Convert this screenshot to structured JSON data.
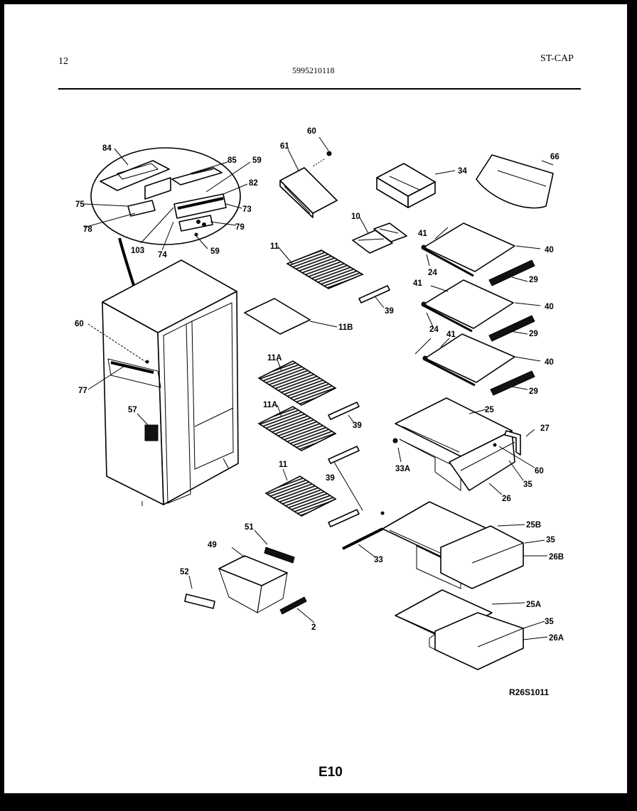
{
  "header": {
    "page_number": "12",
    "part_number": "5995210118",
    "code": "ST-CAP"
  },
  "labels": {
    "l84": "84",
    "l85": "85",
    "l59a": "59",
    "l82": "82",
    "l75": "75",
    "l73": "73",
    "l78": "78",
    "l79": "79",
    "l103": "103",
    "l74": "74",
    "l59b": "59",
    "l60a": "60",
    "l61": "61",
    "l34": "34",
    "l66": "66",
    "l10": "10",
    "l41a": "41",
    "l40a": "40",
    "l24a": "24",
    "l29a": "29",
    "l11a": "11",
    "l39a": "39",
    "l11B": "11B",
    "l41b": "41",
    "l40b": "40",
    "l29b": "29",
    "l24b": "24",
    "l41c": "41",
    "l40c": "40",
    "l29c": "29",
    "l60b": "60",
    "l77": "77",
    "l57": "57",
    "l11Aa": "11A",
    "l11Ab": "11A",
    "l39b": "39",
    "l25": "25",
    "l27": "27",
    "l33A": "33A",
    "l60c": "60",
    "l35a": "35",
    "l26": "26",
    "l11b": "11",
    "l39c": "39",
    "l51": "51",
    "l49": "49",
    "l52": "52",
    "l2": "2",
    "l33": "33",
    "l25B": "25B",
    "l35b": "35",
    "l26B": "26B",
    "l25A": "25A",
    "l35c": "35",
    "l26A": "26A"
  },
  "footer": {
    "drawing_ref": "R26S1011",
    "page_code": "E10"
  }
}
